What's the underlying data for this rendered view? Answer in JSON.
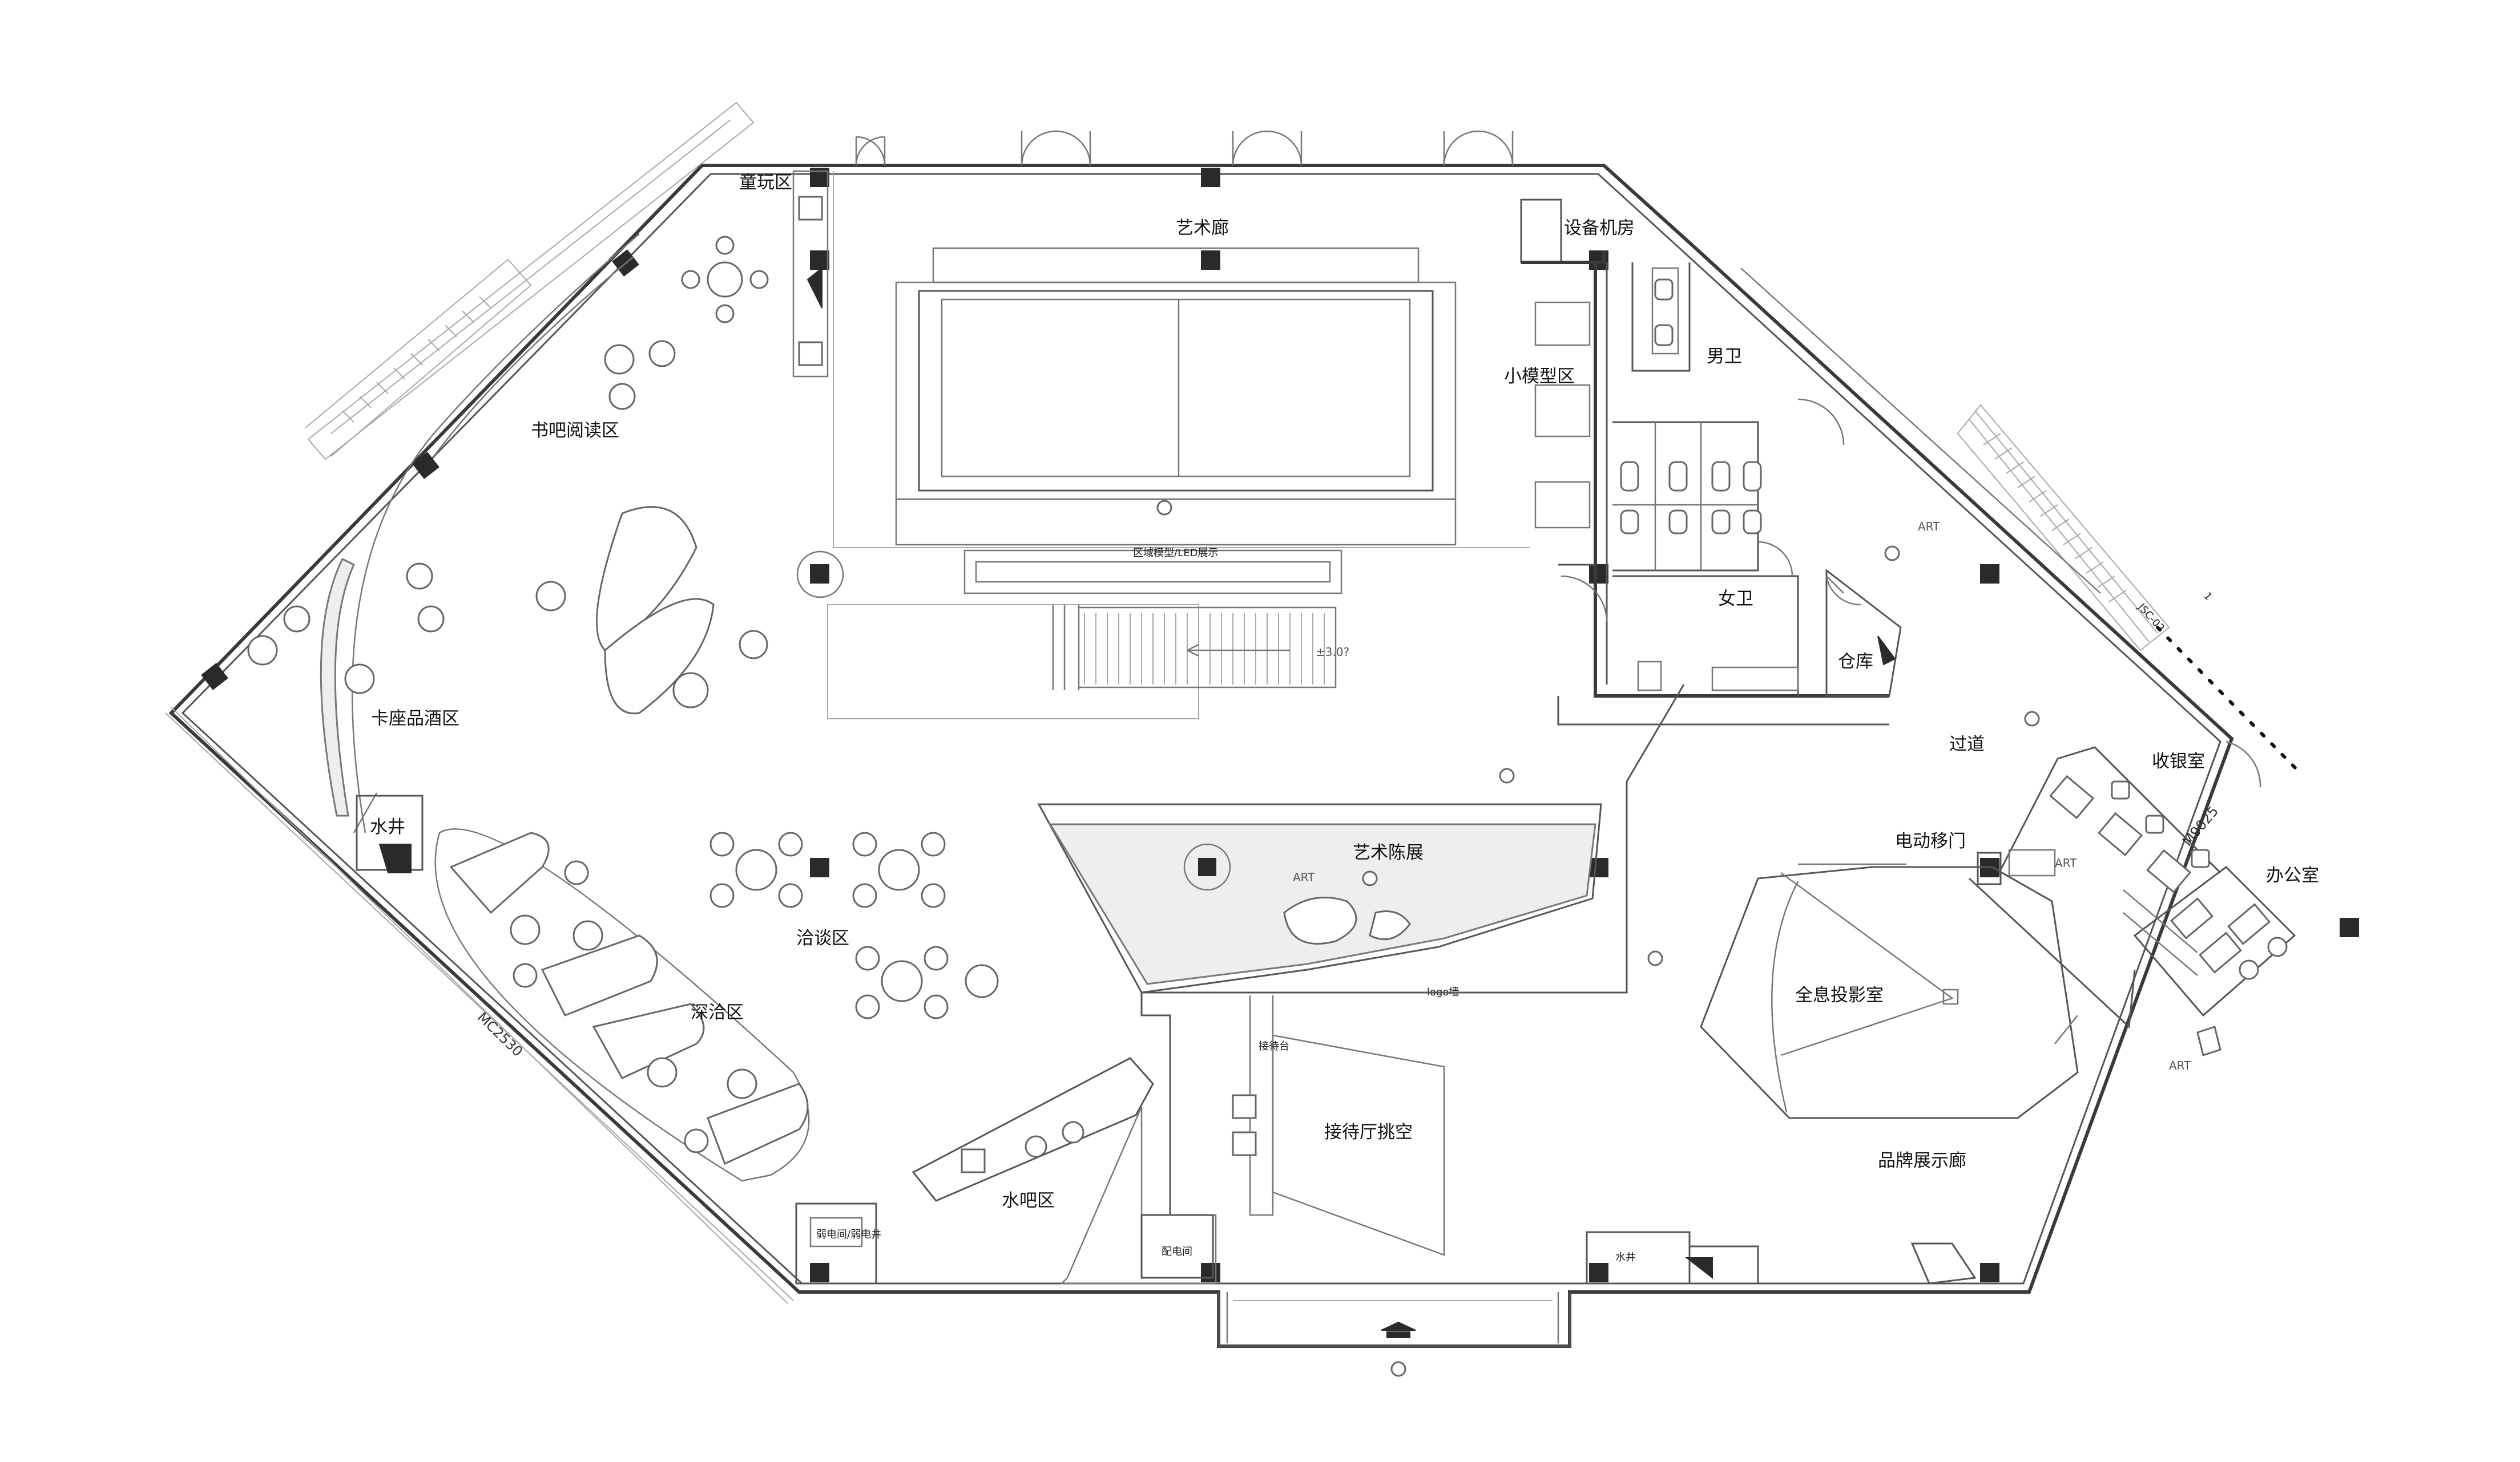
{
  "plan": {
    "rooms": {
      "play_area": "童玩区",
      "art_corridor": "艺术廊",
      "equipment_room": "设备机房",
      "small_model_area": "小模型区",
      "mens_restroom": "男卫",
      "womens_restroom": "女卫",
      "storage": "仓库",
      "book_bar_reading": "书吧阅读区",
      "booth_wine_area": "卡座品酒区",
      "water_well_left": "水井",
      "negotiation_area": "洽谈区",
      "deep_negotiation_area": "深洽区",
      "water_bar_area": "水吧区",
      "reception_hall": "接待厅挑空",
      "art_exhibition": "艺术陈展",
      "passage": "过道",
      "cashier_room": "收银室",
      "electric_sliding_door": "电动移门",
      "office": "办公室",
      "hologram_room": "全息投影室",
      "brand_gallery": "品牌展示廊",
      "power_room": "配电间",
      "water_well_right": "水井"
    },
    "small_labels": {
      "regional_model": "区域模型/LED展示",
      "reception_desk": "接待台",
      "logo_wall": "logo墙",
      "weak_current": "弱电间/弱电井",
      "art_tag_exhibit": "ART",
      "art_tag_right": "ART",
      "art_tag_restroom": "ART",
      "art_tag_gallery": "ART"
    },
    "dimensions": {
      "door_mc": "MC2530",
      "door_m": "M9025",
      "jsc": "JSC-02",
      "stair_level": "±3.0?"
    },
    "section_mark": "1"
  },
  "colors": {
    "wall": "#3a3a3a",
    "column": "#2a2a2a",
    "furniture_stroke": "#666666"
  }
}
